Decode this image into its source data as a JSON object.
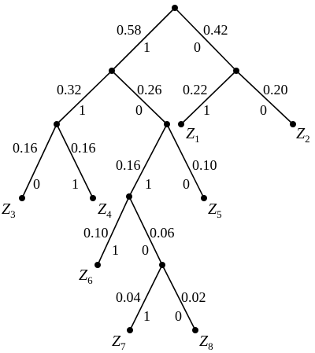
{
  "nodes": {
    "root": "",
    "n058": "",
    "n042": "",
    "n032": "",
    "n026": "",
    "n016": ""
  },
  "edges": [
    {
      "id": "root-left",
      "prob": "0.58",
      "bit": "1"
    },
    {
      "id": "root-right",
      "prob": "0.42",
      "bit": "0"
    },
    {
      "id": "n058-left",
      "prob": "0.32",
      "bit": "1"
    },
    {
      "id": "n058-right",
      "prob": "0.26",
      "bit": "0"
    },
    {
      "id": "n042-left",
      "prob": "0.22",
      "bit": "1"
    },
    {
      "id": "n042-right",
      "prob": "0.20",
      "bit": "0"
    },
    {
      "id": "n032-left",
      "prob": "0.16",
      "bit": "0"
    },
    {
      "id": "n032-right",
      "prob": "0.16",
      "bit": "1"
    },
    {
      "id": "n026-left",
      "prob": "0.16",
      "bit": "1"
    },
    {
      "id": "n026-right",
      "prob": "0.10",
      "bit": "0"
    },
    {
      "id": "n016-left",
      "prob": "0.10",
      "bit": "1"
    },
    {
      "id": "n016-right",
      "prob": "0.06",
      "bit": "0"
    },
    {
      "id": "n006-left",
      "prob": "0.04",
      "bit": "1"
    },
    {
      "id": "n006-right",
      "prob": "0.02",
      "bit": "0"
    }
  ],
  "leaves": [
    {
      "letter": "Z",
      "index": "1"
    },
    {
      "letter": "Z",
      "index": "2"
    },
    {
      "letter": "Z",
      "index": "3"
    },
    {
      "letter": "Z",
      "index": "4"
    },
    {
      "letter": "Z",
      "index": "5"
    },
    {
      "letter": "Z",
      "index": "6"
    },
    {
      "letter": "Z",
      "index": "7"
    },
    {
      "letter": "Z",
      "index": "8"
    }
  ]
}
